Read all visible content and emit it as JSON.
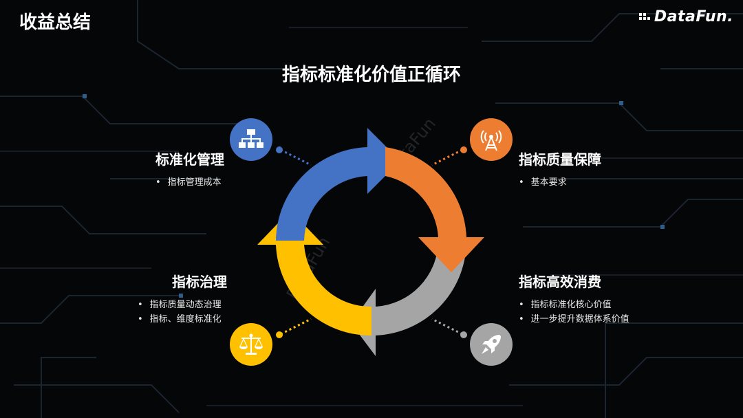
{
  "header": {
    "title": "收益总结",
    "logo_text": "DataFun."
  },
  "diagram": {
    "title": "指标标准化价值正循环",
    "watermark_top": "DataFun",
    "watermark_left": "DataFun",
    "colors": {
      "blue": "#4472C4",
      "orange": "#ED7D31",
      "gray": "#A5A5A5",
      "yellow": "#FFC000"
    },
    "nodes": {
      "top_left": {
        "title": "标准化管理",
        "bullets": [
          "指标管理成本"
        ],
        "icon": "hierarchy-icon"
      },
      "top_right": {
        "title": "指标质量保障",
        "bullets": [
          "基本要求"
        ],
        "icon": "signal-tower-icon"
      },
      "bottom_right": {
        "title": "指标高效消费",
        "bullets": [
          "指标标准化核心价值",
          "进一步提升数据体系价值"
        ],
        "icon": "rocket-icon"
      },
      "bottom_left": {
        "title": "指标治理",
        "bullets": [
          "指标质量动态治理",
          "指标、维度标准化"
        ],
        "icon": "scales-icon"
      }
    }
  }
}
